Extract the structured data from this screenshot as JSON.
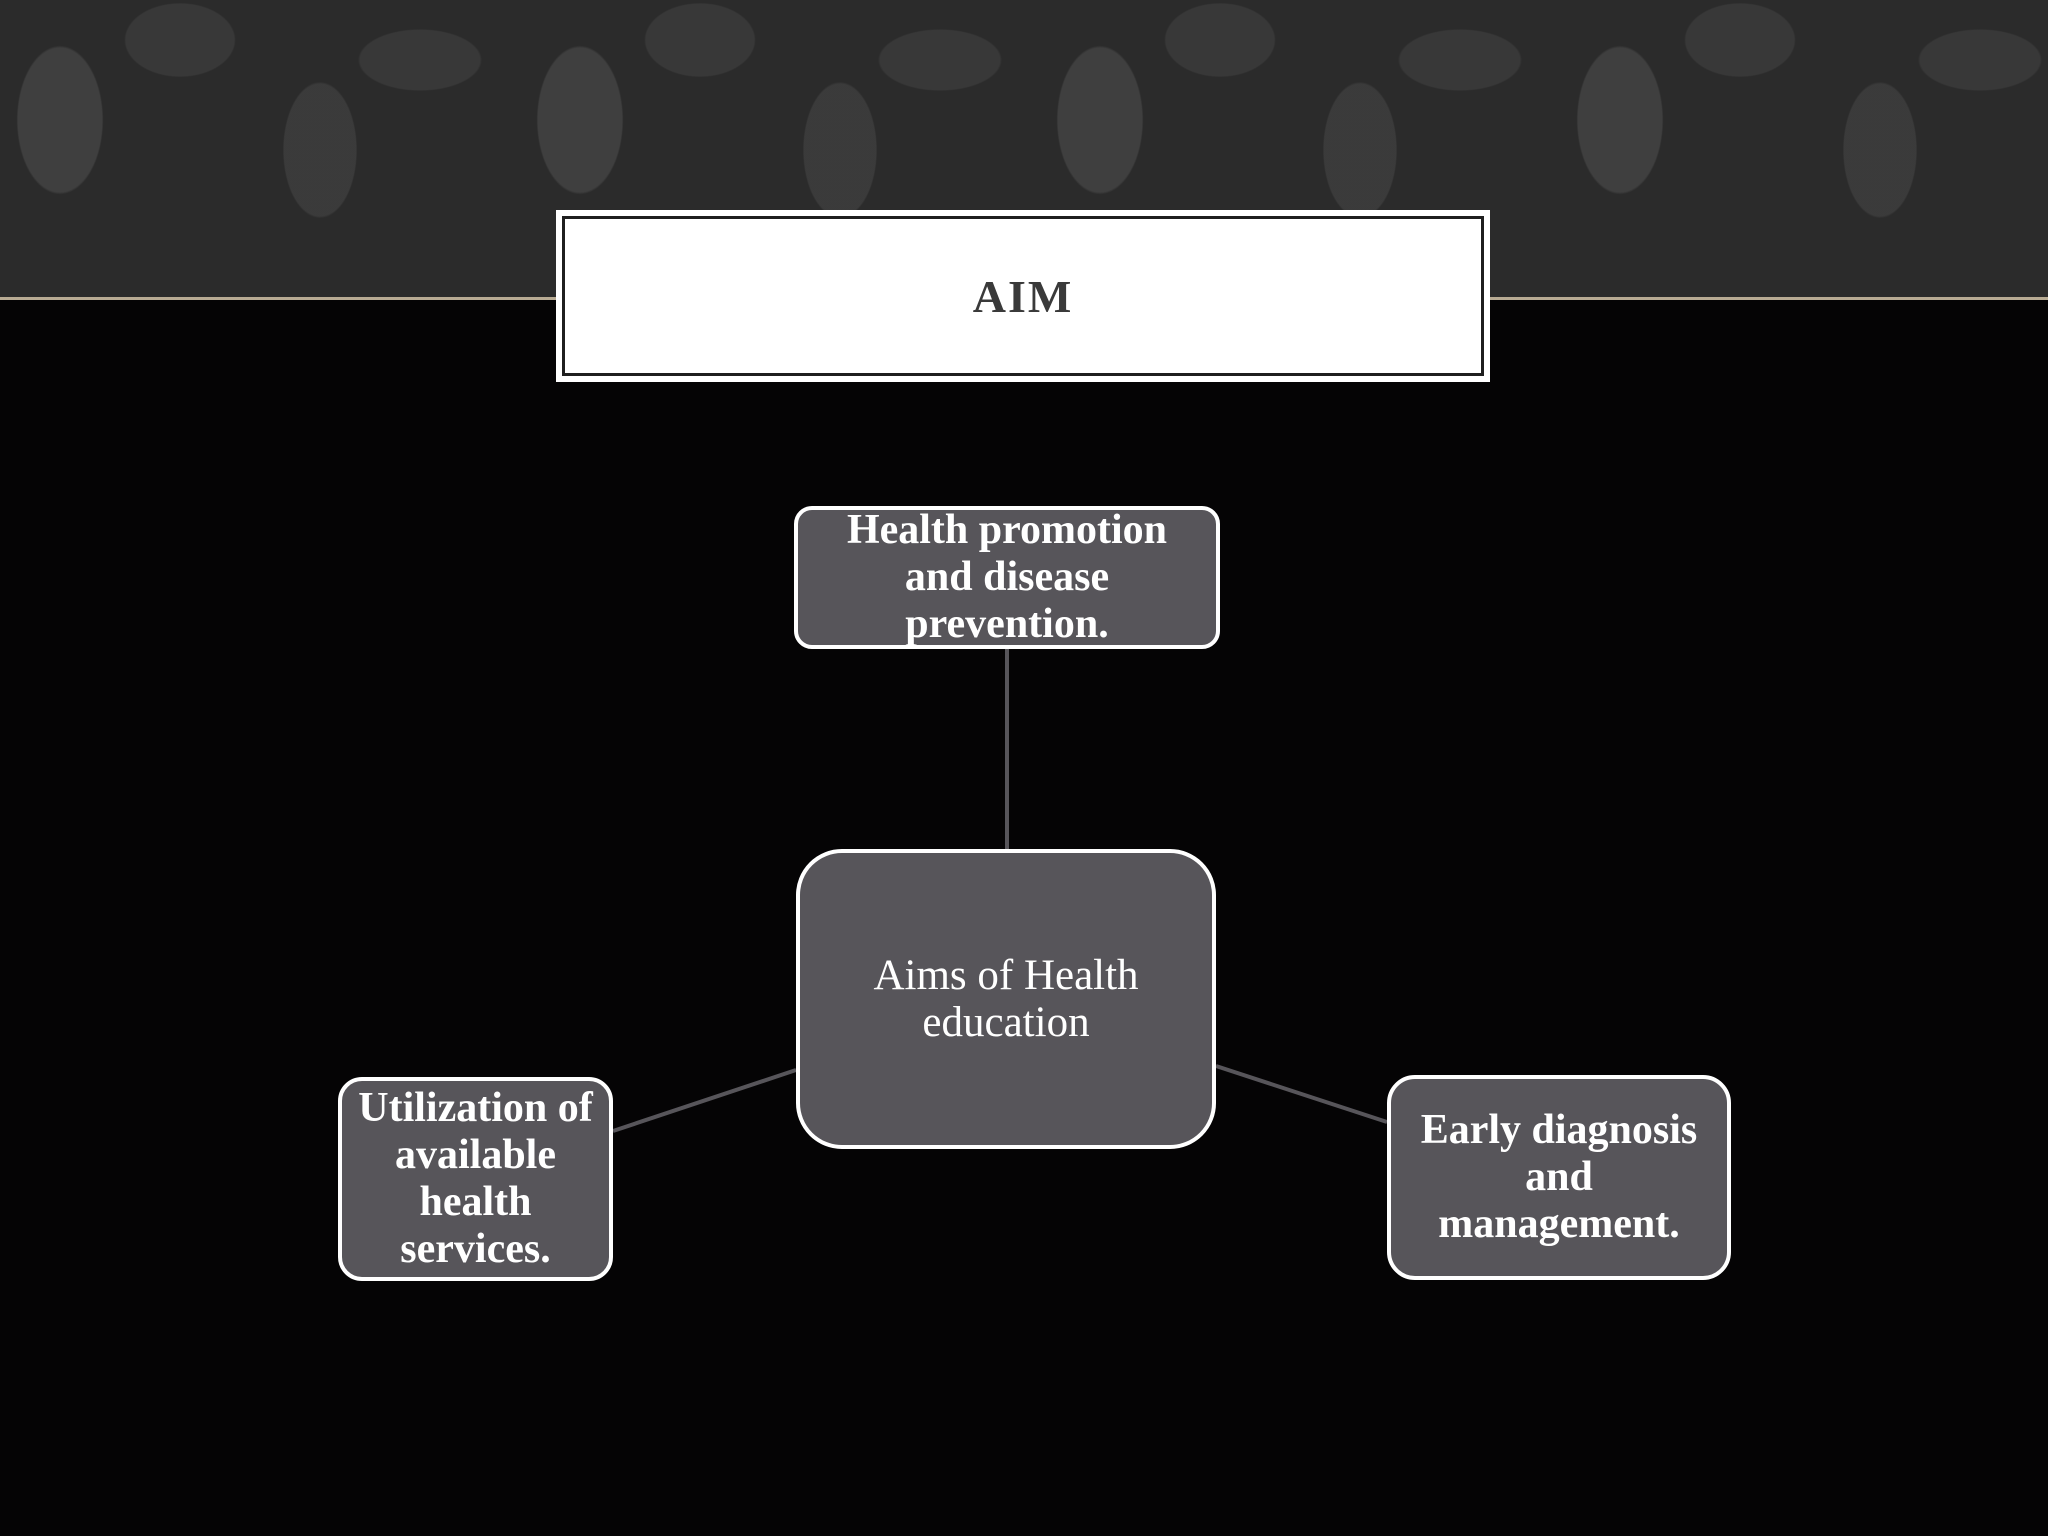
{
  "slide": {
    "title": "AIM"
  },
  "diagram": {
    "center": "Aims of Health education",
    "top": "Health promotion and disease prevention.",
    "left": "Utilization of available health services.",
    "right": "Early diagnosis and management."
  },
  "colors": {
    "background": "#050405",
    "banner": "#2b2b2b",
    "banner_line": "#b8ab93",
    "node_fill": "#57555a",
    "node_border": "#ffffff",
    "connector": "#57555a",
    "title_text": "#3a3a3a"
  }
}
